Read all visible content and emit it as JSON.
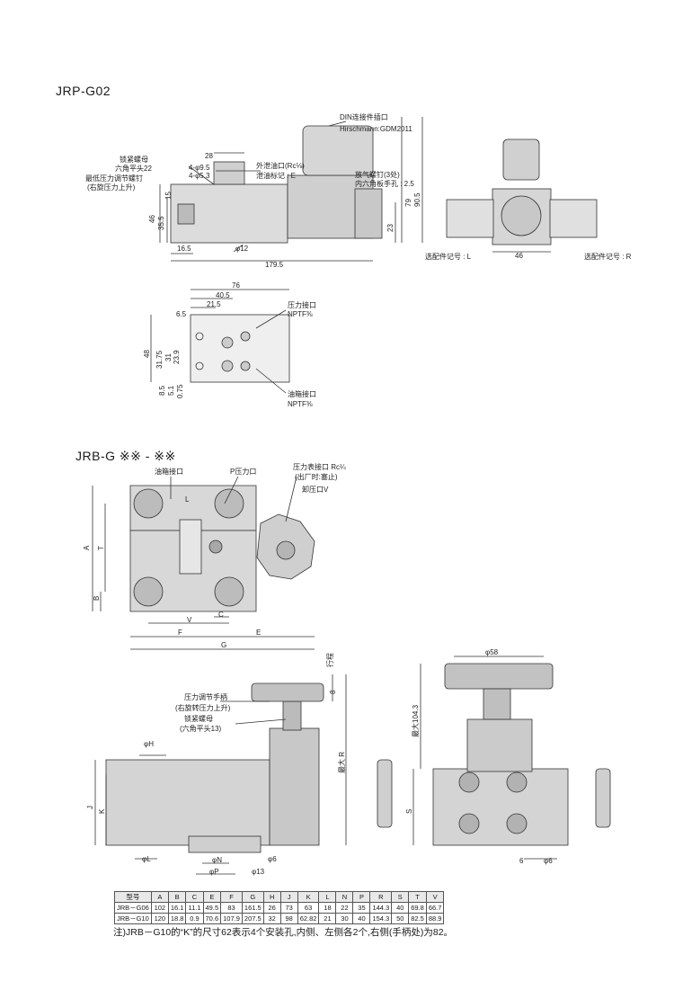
{
  "headings": {
    "jrp": "JRP-G02",
    "jrb": "JRB-G ※※ - ※※"
  },
  "jrp_side": {
    "lock_nut": "锁紧螺母",
    "hex": "六角平头22",
    "min_pressure": "最低压力调节螺钉",
    "min_pressure_sub": "(右旋压力上升)",
    "din": "DIN连接件插口",
    "hirschmann": "Hirschmann:GDM2011",
    "drain": "外泄油口(Rc⅛)",
    "drain_mark": "泄油标记 : E",
    "bleed": "放气螺钉(3处)",
    "hex_wrench": "内六角板手孔 : 2.5",
    "d_28": "28",
    "d_9_5": "4-φ9.5",
    "d_5_3": "4-φ5.3",
    "d_46": "46",
    "d_35_5": "35.5",
    "d_15": "15",
    "d_16_5": "16.5",
    "d_12": "φ12",
    "d_179_5": "179.5",
    "d_23": "23",
    "d_79": "79",
    "d_90_5": "90.5"
  },
  "jrp_front": {
    "option_l": "选配件记号 : L",
    "option_r": "选配件记号 : R",
    "d_46": "46"
  },
  "jrp_base": {
    "pressure_port": "压力接口",
    "pressure_thread": "NPTF⅜",
    "tank_port": "油箱接口",
    "tank_thread": "NPTF⅜",
    "d_76": "76",
    "d_40_5": "40.5",
    "d_21_5": "21.5",
    "d_6_5": "6.5",
    "d_48": "48",
    "d_31_75": "31.75",
    "d_31": "31",
    "d_23_9": "23.9",
    "d_8_5": "8.5",
    "d_5_1": "5.1",
    "d_0_75": "0.75"
  },
  "jrb_top": {
    "tank": "油箱接口",
    "pressure": "P压力口",
    "gauge": "压力表接口 Rc¼",
    "gauge_sub": "(出厂时:塞止)",
    "unload": "卸压口V",
    "A": "A",
    "T": "T",
    "B": "B",
    "V": "V",
    "C": "C",
    "F": "F",
    "E": "E",
    "G": "G",
    "L": "L"
  },
  "jrb_side": {
    "handle": "压力调节手柄",
    "handle_sub": "(右旋转压力上升)",
    "lock_nut": "锁紧螺母",
    "lock_sub": "(六角平头13)",
    "stroke": "行程",
    "d_8": "8",
    "max_r": "最大 R",
    "H": "φH",
    "J": "J",
    "K": "K",
    "L": "φL",
    "N": "φN",
    "P": "φP",
    "d13": "φ13",
    "d6": "φ6"
  },
  "jrb_front": {
    "d58": "φ58",
    "max104": "最大104.3",
    "S": "S",
    "d6": "6",
    "dphi6": "φ6"
  },
  "table": {
    "header": [
      "型号",
      "A",
      "B",
      "C",
      "E",
      "F",
      "G",
      "H",
      "J",
      "K",
      "L",
      "N",
      "P",
      "R",
      "S",
      "T",
      "V"
    ],
    "rows": [
      [
        "JRB－G06",
        "102",
        "16.1",
        "11.1",
        "49.5",
        "83",
        "161.5",
        "26",
        "73",
        "63",
        "18",
        "22",
        "35",
        "144.3",
        "40",
        "69.8",
        "66.7"
      ],
      [
        "JRB－G10",
        "120",
        "18.8",
        "0.9",
        "70.6",
        "107.9",
        "207.5",
        "32",
        "98",
        "62.82",
        "21",
        "30",
        "40",
        "154.3",
        "50",
        "82.5",
        "88.9"
      ]
    ]
  },
  "note": "注)JRB－G10的“K”的尺寸62表示4个安装孔,内侧、左侧各2个,右侧(手柄处)为82。"
}
